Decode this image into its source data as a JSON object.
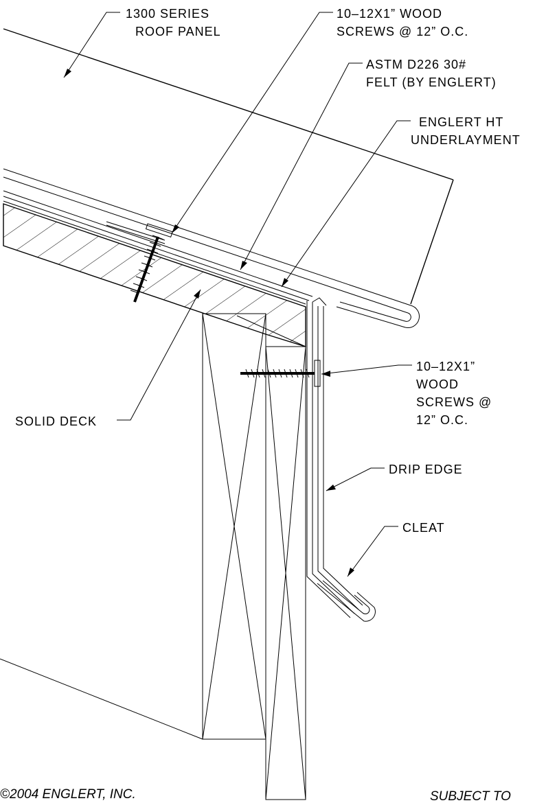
{
  "labels": {
    "roof_panel": [
      "1300 SERIES",
      "ROOF PANEL"
    ],
    "wood_screws_top": [
      "10–12X1” WOOD",
      "SCREWS @ 12” O.C."
    ],
    "felt": [
      "ASTM D226 30#",
      "FELT (BY ENGLERT)"
    ],
    "underlayment": [
      "ENGLERT HT",
      "UNDERLAYMENT"
    ],
    "wood_screws_side": [
      "10–12X1”",
      "WOOD",
      "SCREWS @",
      "12” O.C."
    ],
    "solid_deck": "SOLID DECK",
    "drip_edge": "DRIP EDGE",
    "cleat": "CLEAT"
  },
  "footer": {
    "copyright": "©2004 ENGLERT, INC.",
    "subject": "SUBJECT TO"
  }
}
